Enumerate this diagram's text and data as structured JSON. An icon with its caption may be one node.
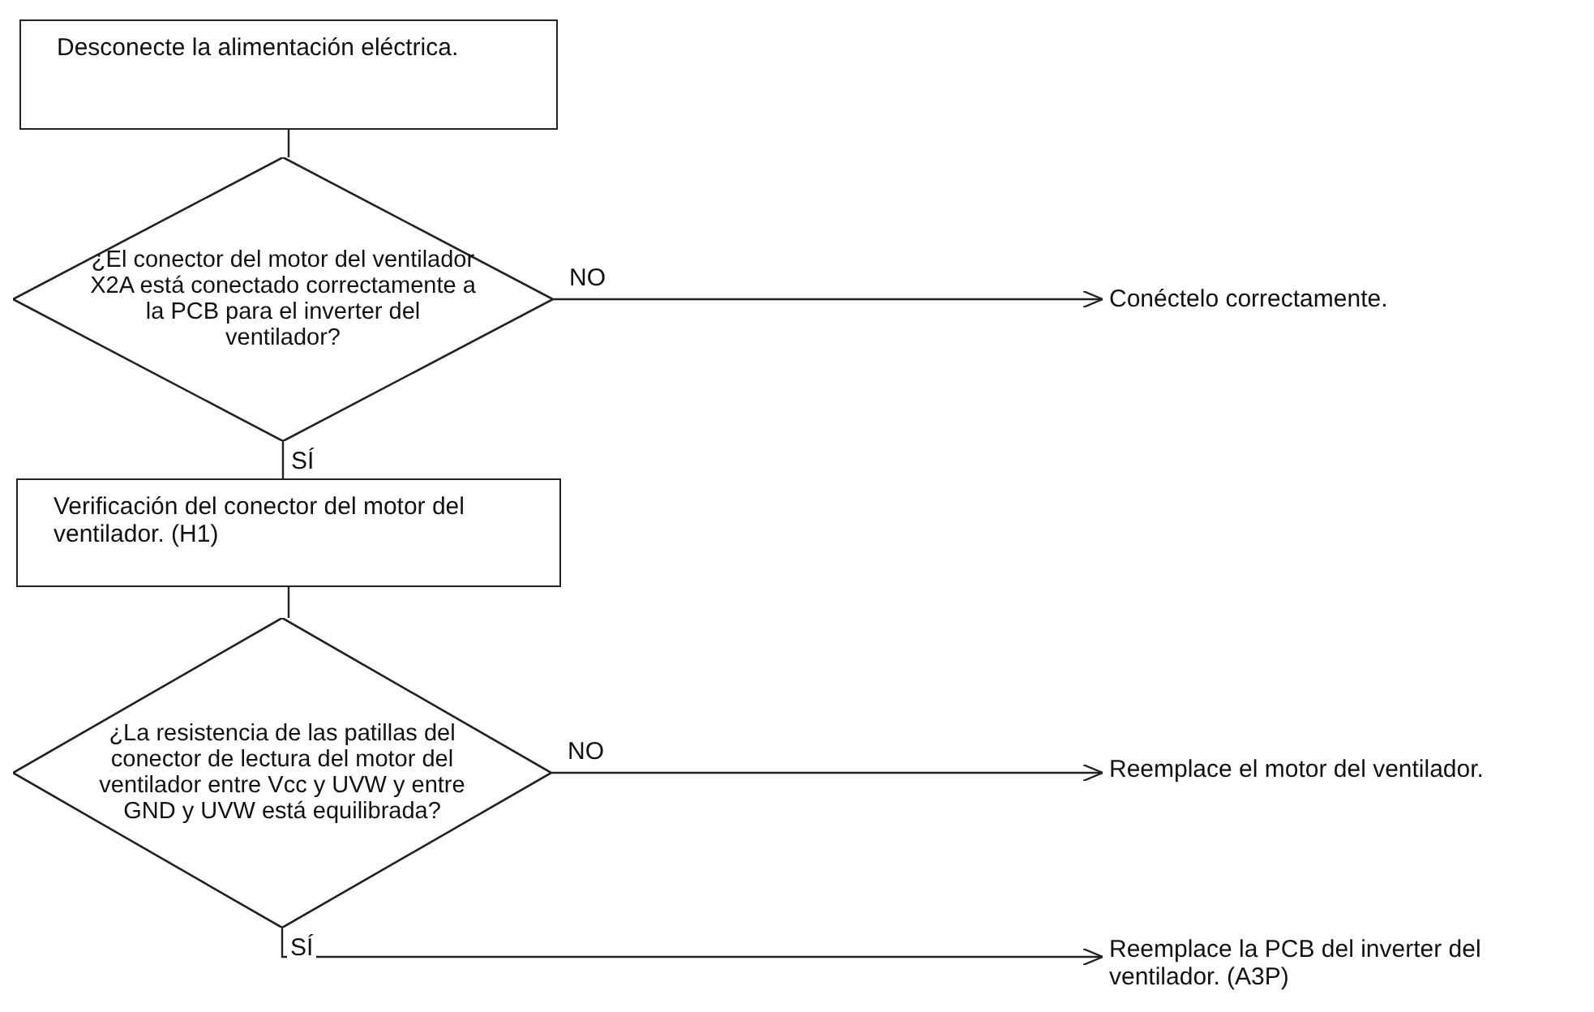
{
  "diagram": {
    "nodes": [
      {
        "text": [
          "Desconecte la alimentación eléctrica."
        ]
      },
      {
        "text": [
          "¿El conector del motor del ventilador X2A está conectado correctamente a la PCB para el inverter del ventilador?"
        ]
      },
      {
        "text": [
          "Verificación del conector del motor del ventilador. (H1)"
        ]
      },
      {
        "text": [
          "¿La resistencia de las patillas del conector de lectura del motor del ventilador entre Vcc y UVW y entre GND y UVW está equilibrada?"
        ]
      },
      {
        "text": [
          "Conéctelo correctamente."
        ]
      },
      {
        "text": [
          "Reemplace el motor del ventilador."
        ]
      },
      {
        "text": [
          "Reemplace la PCB del inverter del ventilador. (A3P)"
        ]
      }
    ],
    "edges": [
      {
        "from": 0,
        "to": 1,
        "arrow": "none"
      },
      {
        "from": 1,
        "to": 4,
        "arrow": "to",
        "label": "NO"
      },
      {
        "from": 1,
        "to": 2,
        "arrow": "none",
        "label": "SÍ"
      },
      {
        "from": 2,
        "to": 3,
        "arrow": "none"
      },
      {
        "from": 3,
        "to": 5,
        "arrow": "to",
        "label": "NO"
      },
      {
        "from": 3,
        "to": 6,
        "arrow": "to",
        "label": "SÍ"
      }
    ]
  }
}
